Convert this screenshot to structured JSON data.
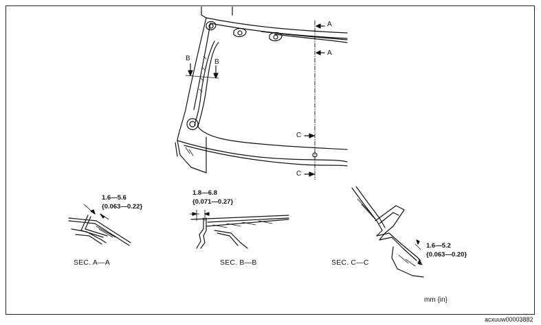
{
  "section_marks": {
    "a": "A",
    "b": "B",
    "c": "C"
  },
  "details": [
    {
      "caption": "SEC. A—A",
      "dim_mm": "1.6—5.6",
      "dim_in": "{0.063—0.22}"
    },
    {
      "caption": "SEC. B—B",
      "dim_mm": "1.8—6.8",
      "dim_in": "{0.071—0.27}"
    },
    {
      "caption": "SEC. C—C",
      "dim_mm": "1.6—5.2",
      "dim_in": "{0.063—0.20}"
    }
  ],
  "units_note": "mm {in}",
  "figure_code": "acxuuw00003882"
}
